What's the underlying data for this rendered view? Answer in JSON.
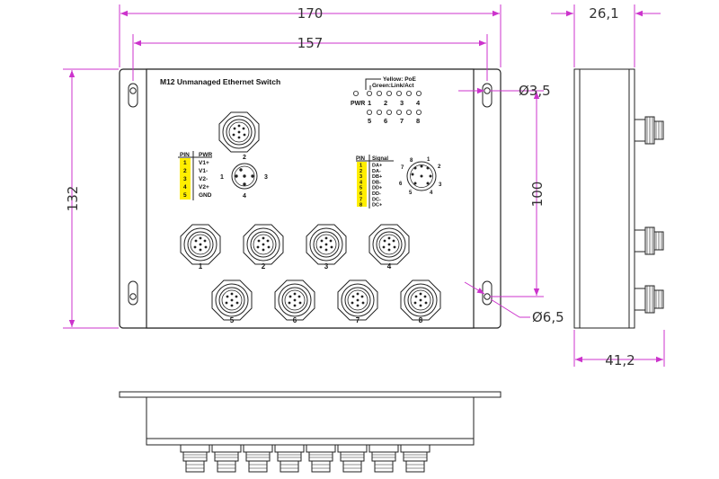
{
  "title": "M12 Unmanaged Ethernet Switch",
  "dimensions": {
    "total_width": "170",
    "inner_width": "157",
    "height": "132",
    "mount_spacing": "100",
    "hole_small": "Ø3,5",
    "hole_large": "Ø6,5",
    "depth_body": "26,1",
    "depth_total": "41,2"
  },
  "led_legend": {
    "yellow": "Yellow: PoE",
    "green": "Green:Link/Act",
    "pwr": "PWR",
    "top_numbers": [
      "1",
      "2",
      "3",
      "4"
    ],
    "bottom_numbers": [
      "5",
      "6",
      "7",
      "8"
    ]
  },
  "pwr_table": {
    "header_pin": "PIN",
    "header_sig": "PWR",
    "rows": [
      {
        "pin": "1",
        "sig": "V1+"
      },
      {
        "pin": "2",
        "sig": "V1-"
      },
      {
        "pin": "3",
        "sig": "V2-"
      },
      {
        "pin": "4",
        "sig": "V2+"
      },
      {
        "pin": "5",
        "sig": "GND"
      }
    ]
  },
  "pwr_connector_pins": {
    "top": "2",
    "left": "1",
    "right": "3",
    "bottom": "4"
  },
  "signal_table": {
    "header_pin": "PIN",
    "header_sig": "Signal",
    "rows": [
      {
        "pin": "1",
        "sig": "DA+"
      },
      {
        "pin": "2",
        "sig": "DA-"
      },
      {
        "pin": "3",
        "sig": "DB+"
      },
      {
        "pin": "4",
        "sig": "DB-"
      },
      {
        "pin": "5",
        "sig": "DD+"
      },
      {
        "pin": "6",
        "sig": "DD-"
      },
      {
        "pin": "7",
        "sig": "DC-"
      },
      {
        "pin": "8",
        "sig": "DC+"
      }
    ]
  },
  "eth_connector_pins": [
    "8",
    "1",
    "2",
    "7",
    "6",
    "3",
    "5",
    "4"
  ],
  "ports_top": [
    "1",
    "2",
    "3",
    "4"
  ],
  "ports_bottom": [
    "5",
    "6",
    "7",
    "8"
  ],
  "colors": {
    "dimension": "#cc33cc",
    "highlight": "#ffee00",
    "line": "#222222"
  }
}
